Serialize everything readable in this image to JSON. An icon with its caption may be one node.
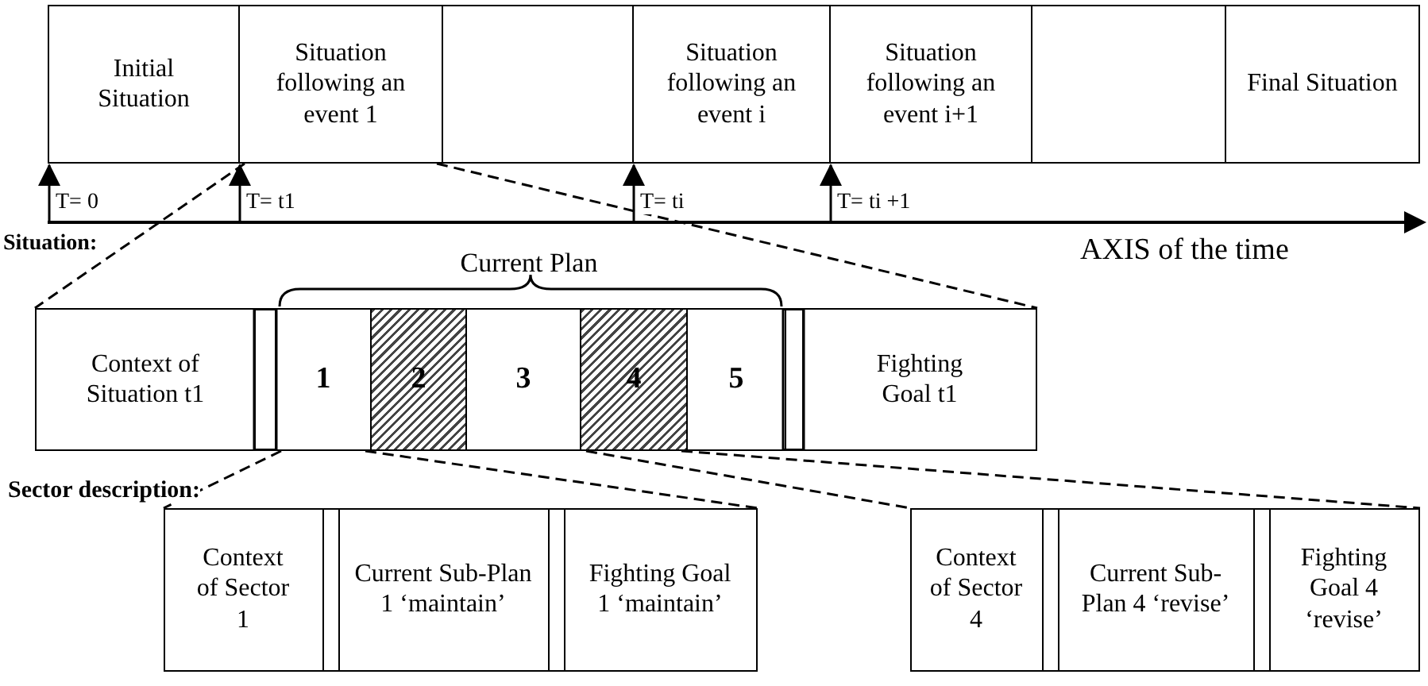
{
  "diagram": {
    "nodes": [
      {
        "text": [
          "Initial Situation"
        ]
      },
      {
        "text": [
          "Situation following an event 1"
        ]
      },
      {
        "text": [],
        "shape": "box"
      },
      {
        "text": [
          "Situation following an event i"
        ]
      },
      {
        "text": [
          "Situation following an event i+1"
        ]
      },
      {
        "text": [],
        "shape": "box"
      },
      {
        "text": [
          "Final Situation"
        ]
      },
      {
        "text": [
          "Context of Situation t1"
        ]
      },
      {
        "text": [
          "Current Plan"
        ]
      },
      {
        "text": [
          "1"
        ],
        "in": 8
      },
      {
        "text": [
          "2"
        ],
        "in": 8
      },
      {
        "text": [
          "3"
        ],
        "in": 8
      },
      {
        "text": [
          "4"
        ],
        "in": 8
      },
      {
        "text": [
          "5"
        ],
        "in": 8
      },
      {
        "text": [
          "Fighting Goal t1"
        ]
      },
      {
        "text": [],
        "shape": "box"
      },
      {
        "text": [
          "Context of Sector 1"
        ],
        "in": 15
      },
      {
        "text": [
          "Current Sub-Plan 1 ‘maintain’"
        ],
        "in": 15
      },
      {
        "text": [
          "Fighting Goal 1 ‘maintain’"
        ],
        "in": 15
      },
      {
        "text": [],
        "shape": "box"
      },
      {
        "text": [
          "Context of Sector 4"
        ],
        "in": 19
      },
      {
        "text": [
          "Current Sub-Plan 4 ‘revise’"
        ],
        "in": 19
      },
      {
        "text": [
          "Fighting Goal 4 ‘revise’"
        ],
        "in": 19
      },
      {
        "text": [],
        "shape": "bar"
      }
    ],
    "edges": [
      {
        "from": 1,
        "to": 7,
        "arrow": "none",
        "style": "dashed"
      },
      {
        "from": 1,
        "to": 14,
        "arrow": "none",
        "style": "dashed"
      },
      {
        "from": 9,
        "to": 15,
        "arrow": "none",
        "style": "dashed"
      },
      {
        "from": 12,
        "to": 19,
        "arrow": "none",
        "style": "dashed"
      },
      {
        "from": 23,
        "to": 0,
        "arrow": "to"
      },
      {
        "from": 23,
        "to": 1,
        "arrow": "to"
      },
      {
        "from": 23,
        "to": 3,
        "arrow": "to"
      },
      {
        "from": 23,
        "to": 4,
        "arrow": "to"
      }
    ],
    "labels": [
      "T= 0",
      "T= t1",
      "T= ti",
      "T= ti +1",
      "Situation:",
      "AXIS of the time",
      "Sector description:"
    ]
  }
}
